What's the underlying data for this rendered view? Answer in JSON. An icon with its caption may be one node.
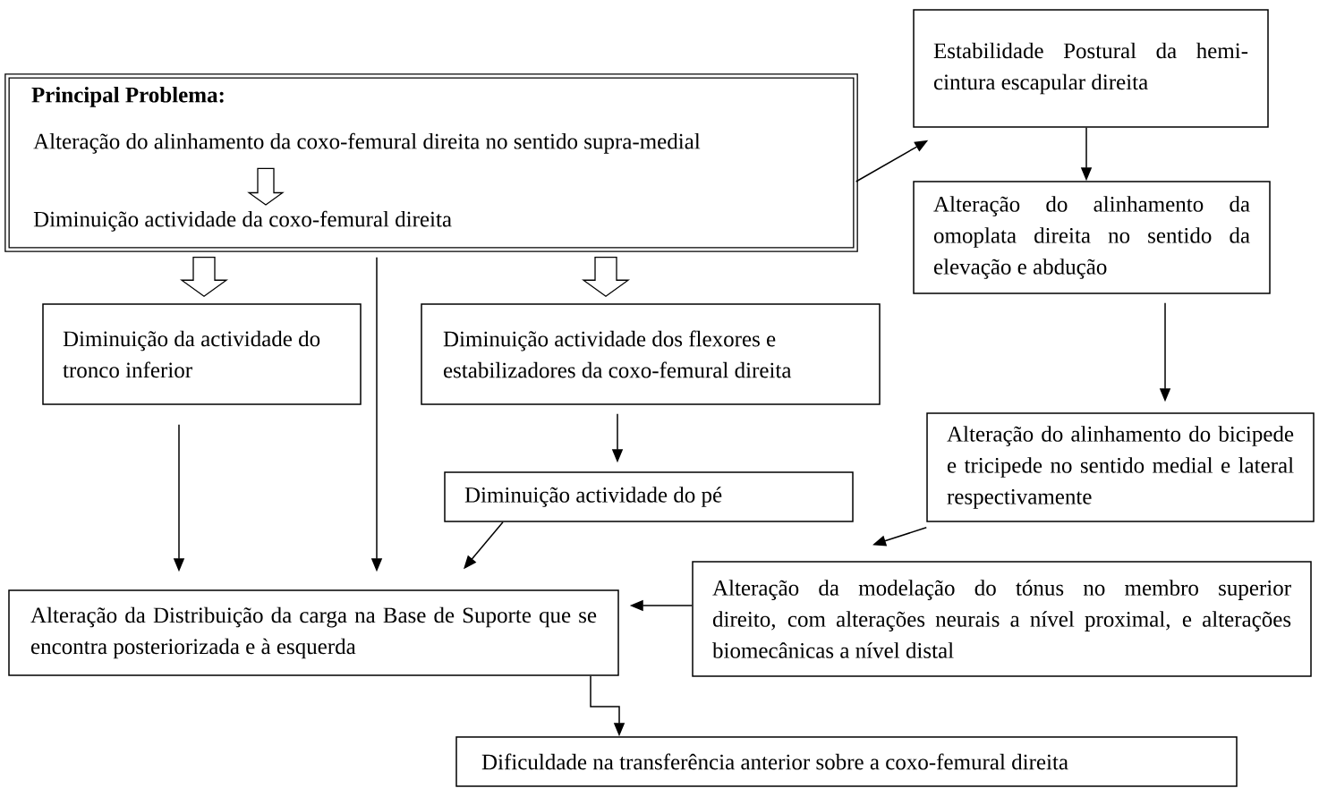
{
  "diagram": {
    "nodes": [
      {
        "text": [
          "Principal Problema:"
        ]
      },
      {
        "text": [
          "Alteração do alinhamento da coxo-femural direita no sentido supra-medial"
        ],
        "in": 0
      },
      {
        "text": [
          "Diminuição actividade da coxo-femural direita"
        ],
        "in": 0
      },
      {
        "text": [
          "Estabilidade Postural da hemi-cintura escapular direita"
        ]
      },
      {
        "text": [
          "Alteração do alinhamento da omoplata direita no sentido da elevação e abdução"
        ]
      },
      {
        "text": [
          "Diminuição da actividade do tronco inferior"
        ]
      },
      {
        "text": [
          "Diminuição actividade dos flexores e estabilizadores da coxo-femural direita"
        ]
      },
      {
        "text": [
          "Alteração do alinhamento do bicipede e tricipede no sentido medial e lateral respectivamente"
        ]
      },
      {
        "text": [
          "Diminuição actividade do pé"
        ]
      },
      {
        "text": [
          "Alteração da Distribuição da carga na Base de Suporte que se encontra posteriorizada e à esquerda"
        ]
      },
      {
        "text": [
          "Alteração da modelação do tónus no membro superior direito, com alterações neurais a nível proximal, e alterações biomecânicas a nível distal"
        ]
      },
      {
        "text": [
          "Dificuldade na transferência anterior sobre a coxo-femural direita"
        ]
      }
    ],
    "edges": [
      {
        "from": 1,
        "to": 2,
        "arrow": "to"
      },
      {
        "from": 0,
        "to": 3,
        "arrow": "to"
      },
      {
        "from": 3,
        "to": 4,
        "arrow": "to"
      },
      {
        "from": 4,
        "to": 7,
        "arrow": "to"
      },
      {
        "from": 0,
        "to": 5,
        "arrow": "to"
      },
      {
        "from": 0,
        "to": 9,
        "arrow": "to"
      },
      {
        "from": 0,
        "to": 6,
        "arrow": "to"
      },
      {
        "from": 5,
        "to": 9,
        "arrow": "to"
      },
      {
        "from": 6,
        "to": 8,
        "arrow": "to"
      },
      {
        "from": 8,
        "to": 9,
        "arrow": "to"
      },
      {
        "from": 7,
        "to": 10,
        "arrow": "to"
      },
      {
        "from": 10,
        "to": 9,
        "arrow": "to"
      },
      {
        "from": 9,
        "to": 11,
        "arrow": "to"
      }
    ]
  }
}
